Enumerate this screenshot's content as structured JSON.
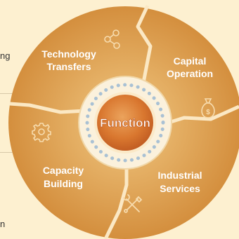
{
  "center": {
    "label": "Function"
  },
  "segments": [
    {
      "id": "technology",
      "line1": "Technology",
      "line2": "Transfers",
      "icon": "share-icon"
    },
    {
      "id": "capital",
      "line1": "Capital",
      "line2": "Operation",
      "icon": "money-bag-icon"
    },
    {
      "id": "industrial",
      "line1": "Industrial",
      "line2": "Services",
      "icon": "tools-icon"
    },
    {
      "id": "capacity",
      "line1": "Capacity",
      "line2": "Building",
      "icon": "gear-icon"
    }
  ],
  "side_fragments": {
    "top": "ng",
    "bottom": "n"
  },
  "colors": {
    "background": "#fdf0d0",
    "segment": "#d79a4a",
    "segment_border": "#fbe8c4",
    "ring": "#fbf1dc",
    "dots": "#a9c1d4",
    "center_outer": "#bf5b22",
    "center_inner": "#e3964c",
    "label": "#ffffff"
  }
}
